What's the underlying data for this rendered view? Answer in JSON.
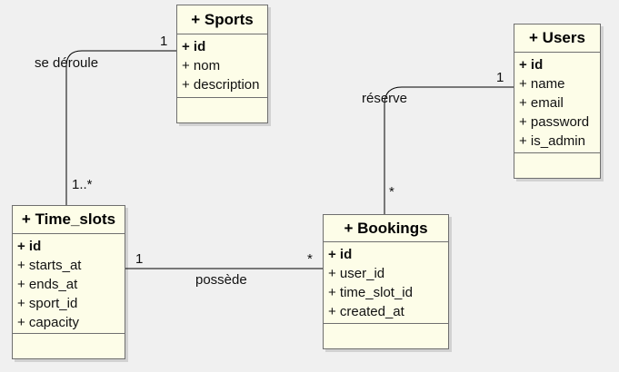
{
  "classes": {
    "sports": {
      "title": "+ Sports",
      "attributes": [
        "+ id",
        "+ nom",
        "+ description"
      ]
    },
    "users": {
      "title": "+ Users",
      "attributes": [
        "+ id",
        "+ name",
        "+ email",
        "+ password",
        "+ is_admin"
      ]
    },
    "time_slots": {
      "title": "+ Time_slots",
      "attributes": [
        "+ id",
        "+ starts_at",
        "+ ends_at",
        "+ sport_id",
        "+ capacity"
      ]
    },
    "bookings": {
      "title": "+ Bookings",
      "attributes": [
        "+ id",
        "+ user_id",
        "+ time_slot_id",
        "+ created_at"
      ]
    }
  },
  "associations": {
    "sports_timeslots": {
      "name": "se déroule",
      "mult_sports": "1",
      "mult_timeslots": "1..*"
    },
    "users_bookings": {
      "name": "réserve",
      "mult_users": "1",
      "mult_bookings": "*"
    },
    "timeslots_bookings": {
      "name": "possède",
      "mult_timeslots": "1",
      "mult_bookings": "*"
    }
  },
  "colors": {
    "background": "#f0f0f0",
    "class_fill": "#fdfde8",
    "class_border": "#6f6f6f",
    "line": "#000000"
  }
}
